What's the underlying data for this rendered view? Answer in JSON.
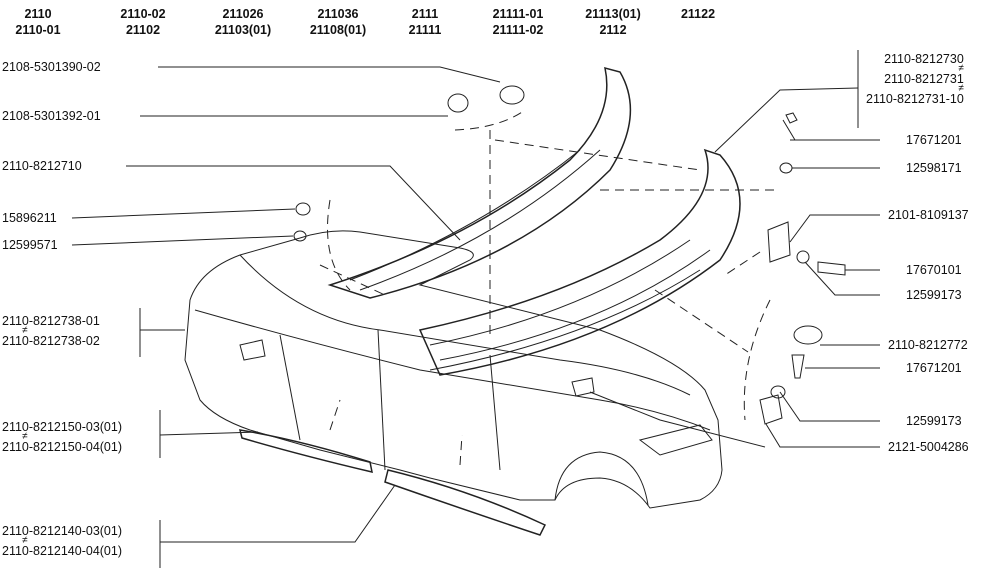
{
  "models": [
    {
      "l1": "2110",
      "l2": "2110-01"
    },
    {
      "l1": "2110-02",
      "l2": "21102"
    },
    {
      "l1": "211026",
      "l2": "21103(01)"
    },
    {
      "l1": "211036",
      "l2": "21108(01)"
    },
    {
      "l1": "2111",
      "l2": "21111"
    },
    {
      "l1": "21111-01",
      "l2": "21111-02"
    },
    {
      "l1": "21113(01)",
      "l2": "2112"
    },
    {
      "l1": "21122",
      "l2": ""
    }
  ],
  "left_labels": {
    "p1": "2108-5301390-02",
    "p2": "2108-5301392-01",
    "p3": "2110-8212710",
    "p4": "15896211",
    "p5": "12599571",
    "p6a": "2110-8212738-01",
    "p6b": "2110-8212738-02",
    "p7a": "2110-8212150-03(01)",
    "p7b": "2110-8212150-04(01)",
    "p8a": "2110-8212140-03(01)",
    "p8b": "2110-8212140-04(01)"
  },
  "right_labels": {
    "r1a": "2110-8212730",
    "r1b": "2110-8212731",
    "r1c": "2110-8212731-10",
    "r2": "17671201",
    "r3": "12598171",
    "r4": "2101-8109137",
    "r5": "17670101",
    "r6": "12599173",
    "r7": "2110-8212772",
    "r8": "17671201",
    "r9": "12599173",
    "r10": "2121-5004286"
  },
  "not_equal_symbol": "≠"
}
